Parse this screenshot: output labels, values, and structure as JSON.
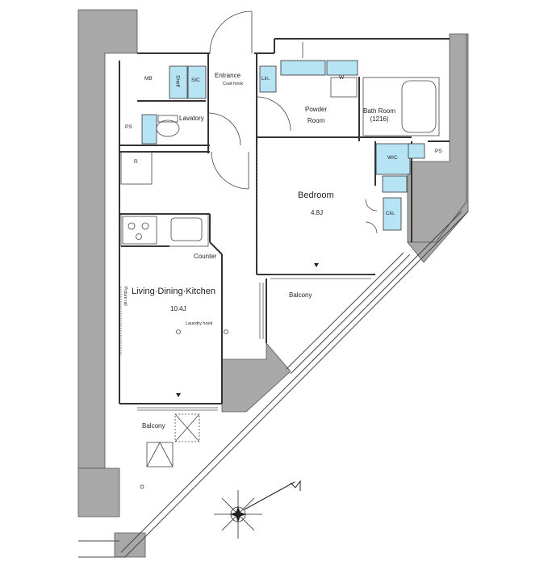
{
  "floorplan": {
    "rooms": {
      "mb": "MB",
      "ps_left": "PS",
      "ps_right": "PS",
      "shelf": "Shelf",
      "sic": "SIC",
      "entrance": "Entrance",
      "coat_hook": "Coat hook",
      "lin": "Lin.",
      "w": "W",
      "powder_room": "Powder\nRoom",
      "bath_room": "Bath Room\n(1216)",
      "lavatory": "Lavatory",
      "refrigerator": "R",
      "wic": "WIC",
      "clo": "Clo.",
      "bedroom": "Bedroom",
      "bedroom_size": "4.8J",
      "counter": "Counter",
      "ldk": "Living·Dining·Kitchen",
      "ldk_size": "10.4J",
      "laundry_hook": "Laundry hook",
      "picture_rail": "Picture rail",
      "balcony_upper": "Balcony",
      "balcony_lower": "Balcony"
    },
    "colors": {
      "wall": "#a8a8a8",
      "storage": "#b7e4f5",
      "line": "#333333"
    },
    "icons": [
      "compass-rose-icon",
      "north-arrow-icon"
    ]
  }
}
